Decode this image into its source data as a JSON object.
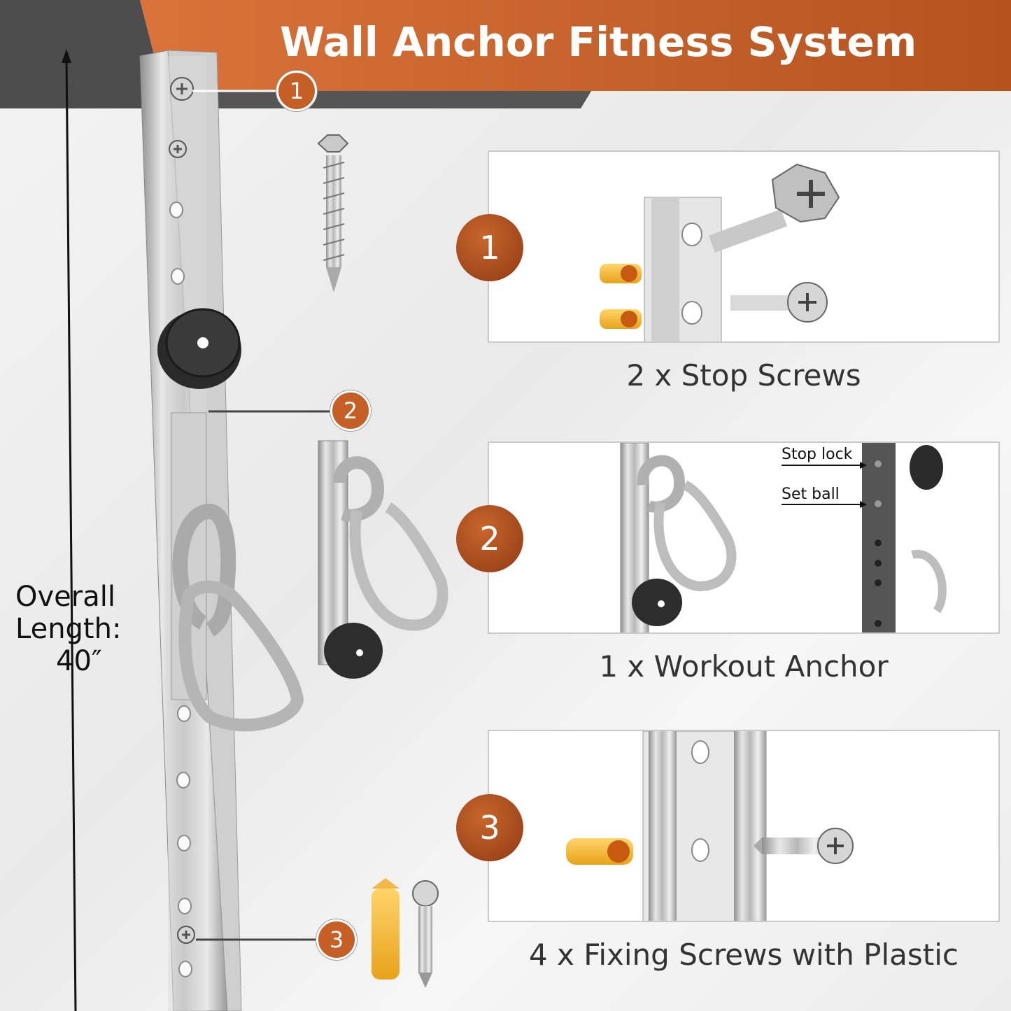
{
  "header": {
    "title": "Wall Anchor Fitness System"
  },
  "colors": {
    "banner_orange": "#c55f26",
    "banner_dark": "#4a4a4a",
    "badge": "#a94a1c"
  },
  "dimension": {
    "label_line1": "Overall",
    "label_line2": "Length:",
    "value": "40″"
  },
  "callouts": [
    "1",
    "2",
    "3"
  ],
  "parts": [
    {
      "number": "1",
      "caption": "2 x Stop Screws"
    },
    {
      "number": "2",
      "caption": "1 x Workout Anchor",
      "labels": [
        "Stop lock",
        "Set ball"
      ]
    },
    {
      "number": "3",
      "caption": "4 x Fixing Screws with Plastic"
    }
  ]
}
